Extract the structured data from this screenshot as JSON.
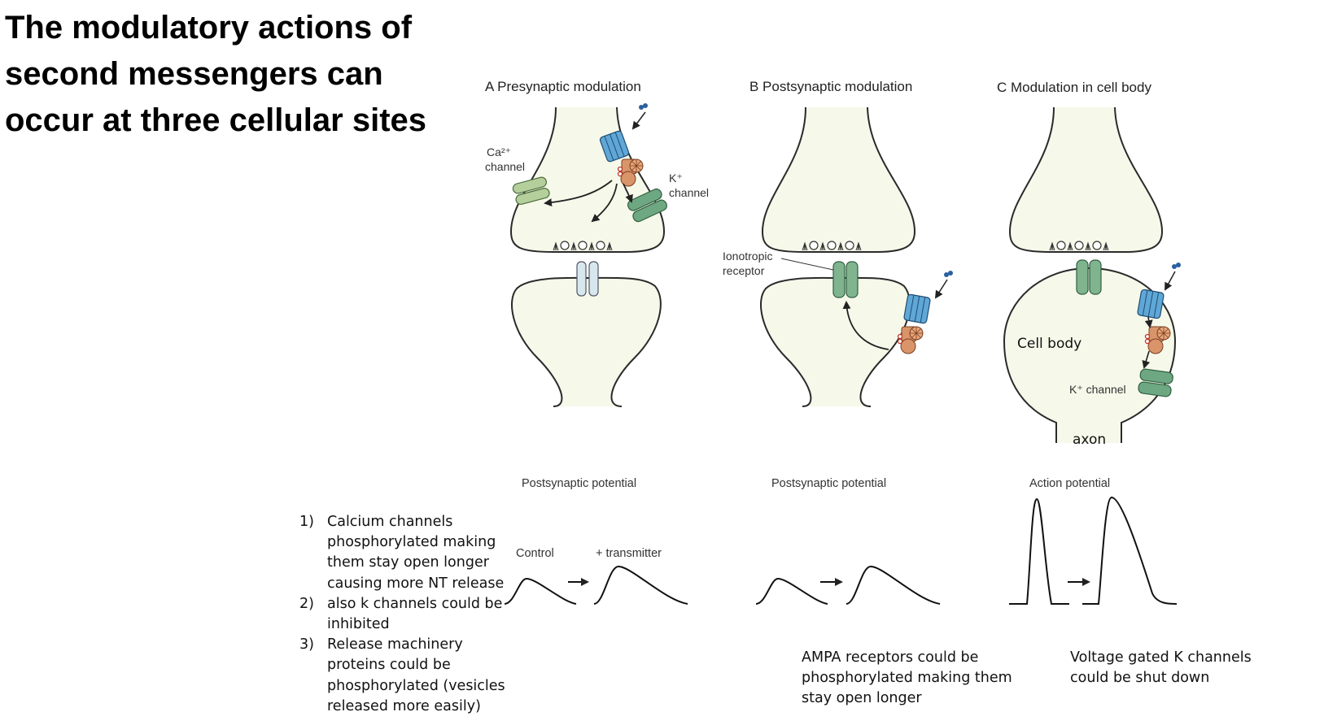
{
  "title": {
    "lines": [
      "The modulatory actions of",
      "second messengers can",
      "occur at three cellular sites"
    ]
  },
  "panels": {
    "a": {
      "heading": "A  Presynaptic modulation",
      "ca_label": [
        "Ca²⁺",
        "channel"
      ],
      "k_label": [
        "K⁺",
        "channel"
      ],
      "potential_label": "Postsynaptic potential",
      "control_label": "Control",
      "transmitter_label": "+ transmitter"
    },
    "b": {
      "heading": "B  Postsynaptic modulation",
      "ionotropic_label": [
        "Ionotropic",
        "receptor"
      ],
      "potential_label": "Postsynaptic potential"
    },
    "c": {
      "heading": "C  Modulation in cell body",
      "cell_body_label": "Cell body",
      "k_channel_label": "K⁺ channel",
      "axon_label": "axon",
      "potential_label": "Action potential"
    }
  },
  "notes": {
    "presynaptic": [
      {
        "num": "1)",
        "lines": [
          "Calcium channels",
          "phosphorylated making",
          "them stay open longer",
          "causing more NT release"
        ]
      },
      {
        "num": "2)",
        "lines": [
          "also k channels could be",
          "inhibited"
        ]
      },
      {
        "num": "3)",
        "lines": [
          "Release machinery",
          "proteins could be",
          "phosphorylated (vesicles",
          "released more easily)"
        ]
      }
    ],
    "postsynaptic": [
      "AMPA receptors could be",
      "phosphorylated making them",
      "stay open longer"
    ],
    "cell_body": [
      "Voltage gated K channels",
      "could be shut down"
    ]
  },
  "colors": {
    "cytoplasm": "#f6f8ea",
    "outline": "#2a2a2a",
    "receptor_blue": "#5fa7d6",
    "gprotein_orange": "#d9946a",
    "ca_channel_green": "#b5cf9c",
    "k_channel_green": "#6ea882",
    "ionotropic_green": "#7fb48f",
    "pale_channel": "#d6e8ee"
  }
}
